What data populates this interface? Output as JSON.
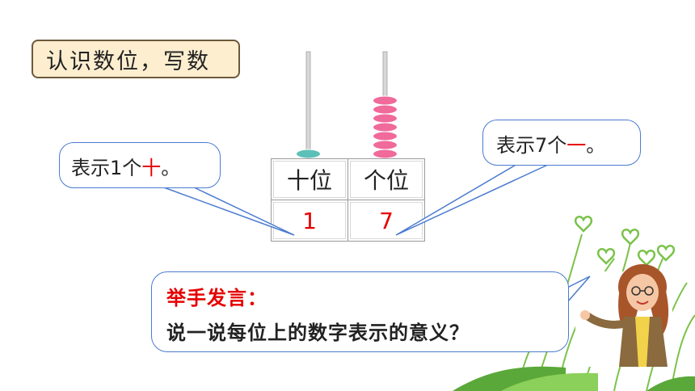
{
  "section_title": "认识数位，写数",
  "place_table": {
    "headers": [
      "十位",
      "个位"
    ],
    "digits": [
      "1",
      "7"
    ]
  },
  "callout_left": {
    "prefix": "表示1个",
    "highlight": "十",
    "suffix": "。"
  },
  "callout_right": {
    "prefix": "表示7个",
    "highlight": "一",
    "suffix": "。"
  },
  "prompt": {
    "title": "举手发言：",
    "question": "说一说每位上的数字表示的意义？"
  },
  "abacus": {
    "tens_beads": 1,
    "ones_beads": 7,
    "tens_color": "#5cc0b8",
    "ones_color": "#f06a9a"
  },
  "colors": {
    "accent_red": "#e60000",
    "callout_border": "#4a7bd0",
    "title_bg": "#fdeecf"
  },
  "icons": [
    "abacus-icon",
    "teacher-illustration",
    "grass-decoration"
  ]
}
